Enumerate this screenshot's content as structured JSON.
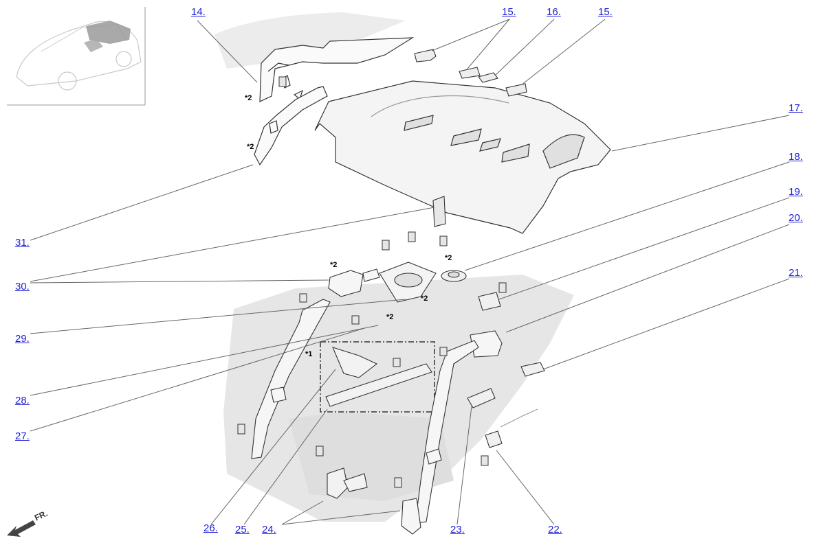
{
  "callouts": {
    "c14": "14.",
    "c15a": "15.",
    "c16": "16.",
    "c15b": "15.",
    "c17": "17.",
    "c18": "18.",
    "c19": "19.",
    "c20": "20.",
    "c21": "21.",
    "c22": "22.",
    "c23": "23.",
    "c24": "24.",
    "c25": "25.",
    "c26": "26.",
    "c27": "27.",
    "c28": "28.",
    "c29": "29.",
    "c30": "30.",
    "c31": "31."
  },
  "notes": {
    "star2": "*2",
    "star1": "*1"
  },
  "direction": {
    "label": "FR."
  },
  "colors": {
    "link": "#1f1fd6",
    "outline": "#333333",
    "ghost": "#e6e6e6"
  }
}
